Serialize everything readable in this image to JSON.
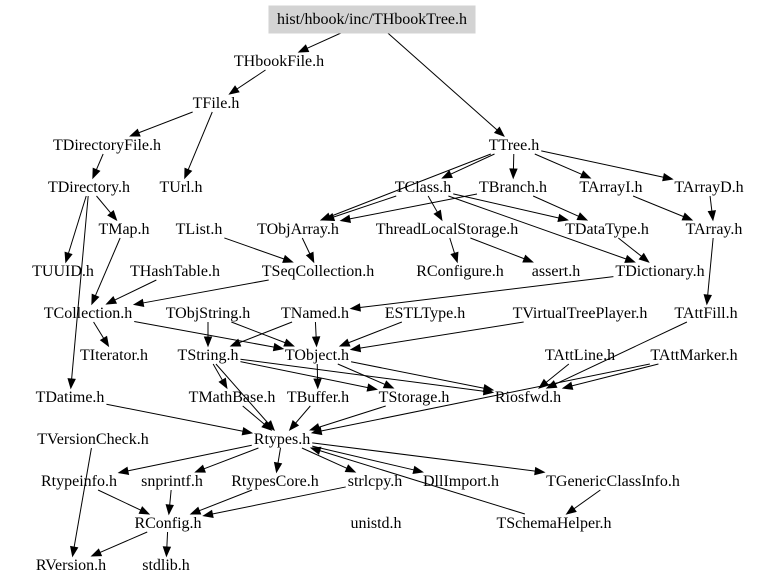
{
  "root": "hist/hbook/inc/THbookTree.h",
  "colors": {
    "root_fill": "#d3d3d3",
    "stroke": "#000000",
    "background": "#ffffff"
  },
  "nodes": [
    "hist/hbook/inc/THbookTree.h",
    "THbookFile.h",
    "TFile.h",
    "TDirectoryFile.h",
    "TDirectory.h",
    "TUrl.h",
    "TTree.h",
    "TClass.h",
    "TBranch.h",
    "TArrayI.h",
    "TArrayD.h",
    "TMap.h",
    "TList.h",
    "TObjArray.h",
    "ThreadLocalStorage.h",
    "TDataType.h",
    "TArray.h",
    "TUUID.h",
    "THashTable.h",
    "TSeqCollection.h",
    "RConfigure.h",
    "assert.h",
    "TDictionary.h",
    "TCollection.h",
    "TObjString.h",
    "TNamed.h",
    "ESTLType.h",
    "TVirtualTreePlayer.h",
    "TAttFill.h",
    "TIterator.h",
    "TString.h",
    "TObject.h",
    "TAttLine.h",
    "TAttMarker.h",
    "TDatime.h",
    "TMathBase.h",
    "TBuffer.h",
    "TStorage.h",
    "Riosfwd.h",
    "TVersionCheck.h",
    "Rtypes.h",
    "Rtypeinfo.h",
    "snprintf.h",
    "RtypesCore.h",
    "strlcpy.h",
    "DllImport.h",
    "TGenericClassInfo.h",
    "RConfig.h",
    "unistd.h",
    "TSchemaHelper.h",
    "RVersion.h",
    "stdlib.h"
  ]
}
